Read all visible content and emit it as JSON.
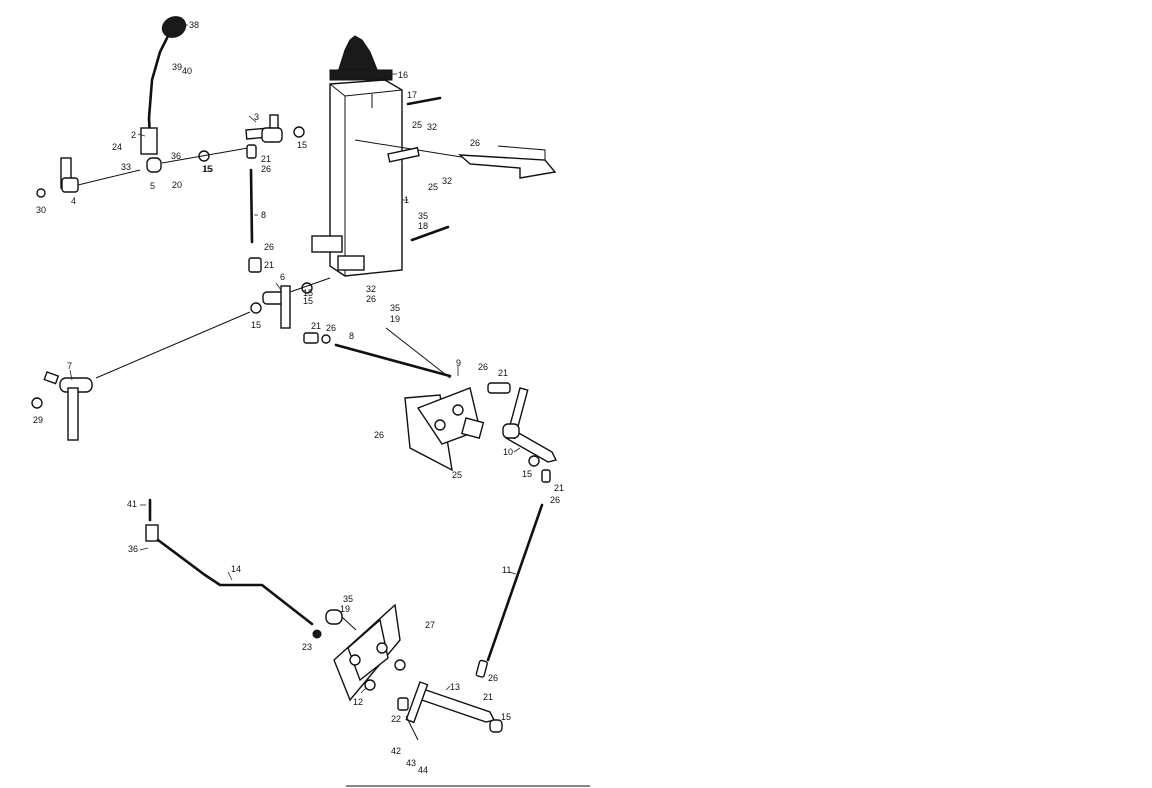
{
  "labels": [
    "38",
    "16",
    "39",
    "40",
    "17",
    "3",
    "2",
    "24",
    "36",
    "33",
    "5",
    "20",
    "15",
    "21",
    "26",
    "4",
    "30",
    "25",
    "32",
    "26",
    "1",
    "8",
    "35",
    "18",
    "6",
    "15",
    "32",
    "26",
    "35",
    "19",
    "21",
    "26",
    "8",
    "9",
    "26",
    "21",
    "7",
    "29",
    "26",
    "10",
    "15",
    "25",
    "21",
    "26",
    "41",
    "36",
    "14",
    "11",
    "35",
    "19",
    "27",
    "23",
    "26",
    "12",
    "13",
    "21",
    "22",
    "15",
    "42",
    "43",
    "44",
    "15",
    "15",
    "15",
    "21",
    "26",
    "15",
    "25",
    "32"
  ],
  "colors": {
    "ink": "#111111",
    "paper": "#ffffff"
  }
}
